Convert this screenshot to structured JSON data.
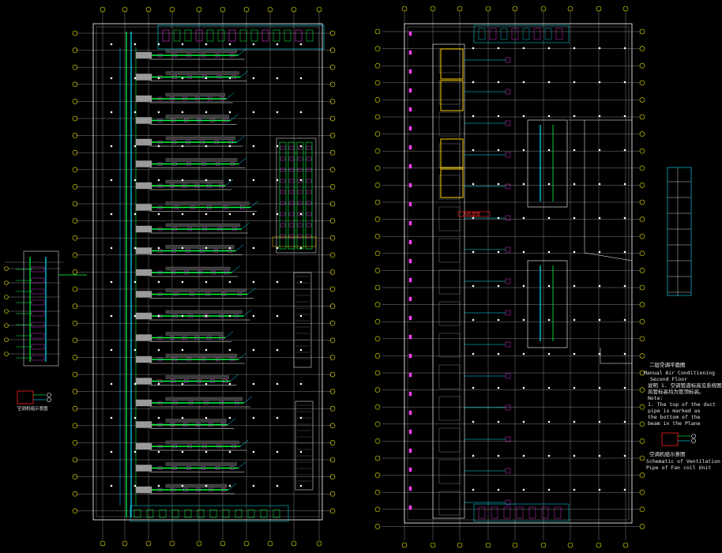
{
  "drawing": {
    "background": "#000000",
    "colors": {
      "grid": "#d8d8d8",
      "bubble": "#e6e600",
      "duct_green": "#00ff40",
      "duct_cyan": "#00e5ff",
      "magenta": "#ff40ff",
      "red": "#ff2020",
      "yellow": "#ffd000",
      "white": "#ffffff",
      "gray": "#9a9a9a"
    }
  },
  "right_notes": {
    "title_cn": "二层空调平面图",
    "title_en": "Manual Air Conditioning",
    "title_en2": "Second Floor",
    "note_cn": "说明 1. 空调管道标高见系统图",
    "note_cn2": "风管标高均为管顶标高。",
    "note_en1": "Note:",
    "note_en2": "1. The top of the duct",
    "note_en3": "pipe is marked as",
    "note_en4": "the bottom of the",
    "note_en5": "beam in the Plane",
    "legend_title": "空调机组示意图",
    "legend_en1": "Schematic of Ventilation",
    "legend_en2": "Pipe of Fan coil Unit"
  },
  "left_legend": {
    "title": "空调机组示意图"
  },
  "red_marker": "风机盘管"
}
